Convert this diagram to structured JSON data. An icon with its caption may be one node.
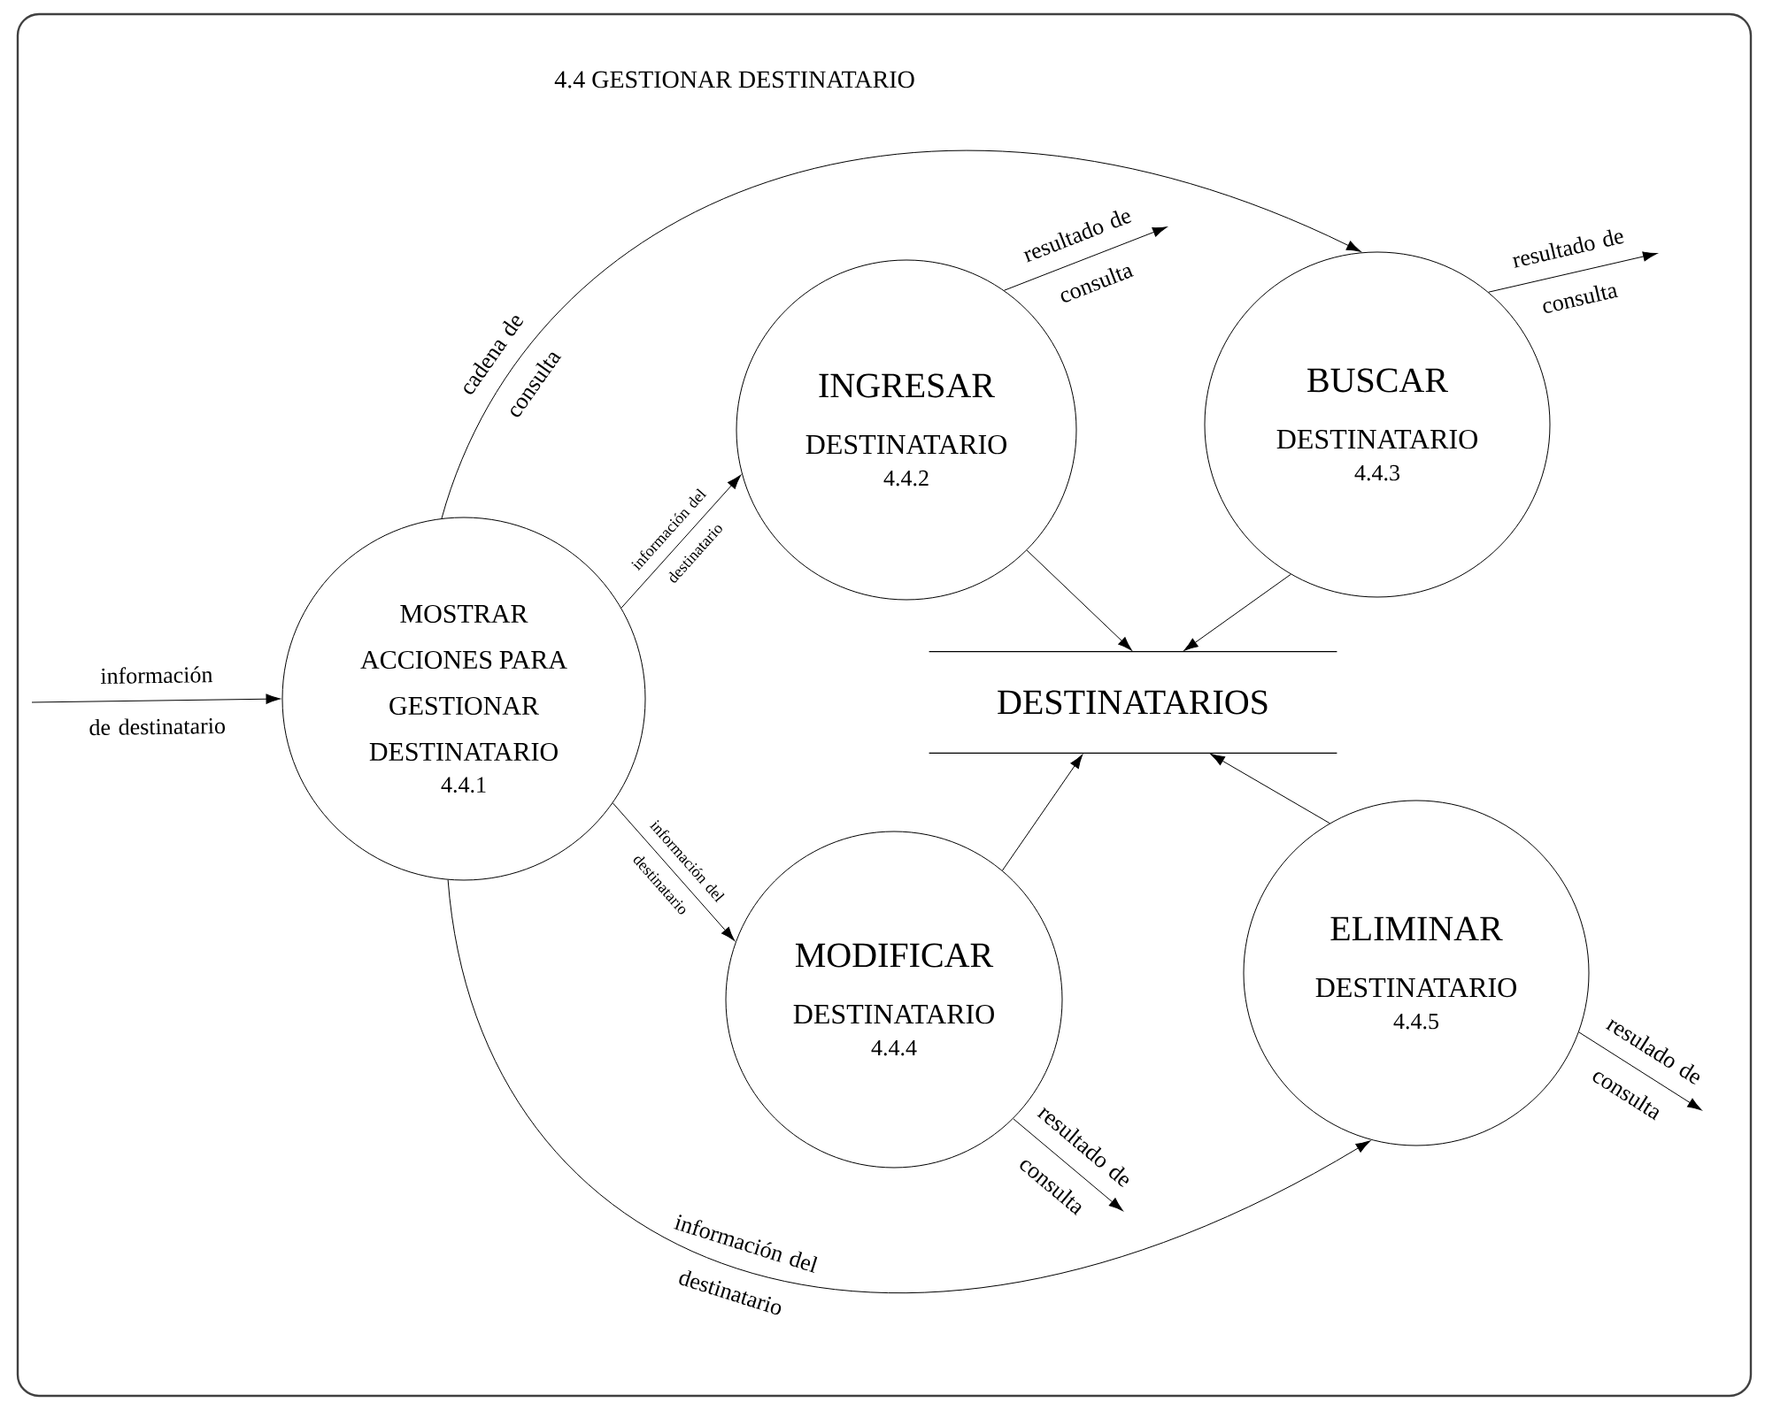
{
  "diagram": {
    "title": "4.4 GESTIONAR DESTINATARIO",
    "nodes": [
      {
        "text": [
          "MOSTRAR ACCIONES PARA GESTIONAR DESTINATARIO",
          "4.4.1"
        ]
      },
      {
        "text": [
          "INGRESAR",
          "DESTINATARIO",
          "4.4.2"
        ]
      },
      {
        "text": [
          "MODIFICAR",
          "DESTINATARIO",
          "4.4.4"
        ]
      },
      {
        "text": [
          "BUSCAR",
          "DESTINATARIO",
          "4.4.3"
        ]
      },
      {
        "text": [
          "ELIMINAR",
          "DESTINATARIO",
          "4.4.5"
        ]
      },
      {
        "text": [
          "DESTINATARIOS"
        ]
      }
    ],
    "edges": [
      {
        "from": null,
        "to": 0,
        "arrow": "to",
        "label": "información de destinatario"
      },
      {
        "from": 0,
        "to": 3,
        "arrow": "to",
        "label": "cadena de consulta"
      },
      {
        "from": 0,
        "to": 1,
        "arrow": "to",
        "label": "información del destinatario"
      },
      {
        "from": 0,
        "to": 2,
        "arrow": "to",
        "label": "información del destinatario"
      },
      {
        "from": 0,
        "to": 4,
        "arrow": "to",
        "label": "información del destinatario"
      },
      {
        "from": 1,
        "to": null,
        "arrow": "to",
        "label": "resultado de consulta"
      },
      {
        "from": 3,
        "to": null,
        "arrow": "to",
        "label": "resultado de consulta"
      },
      {
        "from": 2,
        "to": null,
        "arrow": "to",
        "label": "resultado de consulta"
      },
      {
        "from": 4,
        "to": null,
        "arrow": "to",
        "label": "resulado de consulta"
      },
      {
        "from": 1,
        "to": 5,
        "arrow": "to"
      },
      {
        "from": 3,
        "to": 5,
        "arrow": "to"
      },
      {
        "from": 2,
        "to": 5,
        "arrow": "to"
      },
      {
        "from": 4,
        "to": 5,
        "arrow": "to"
      }
    ]
  }
}
